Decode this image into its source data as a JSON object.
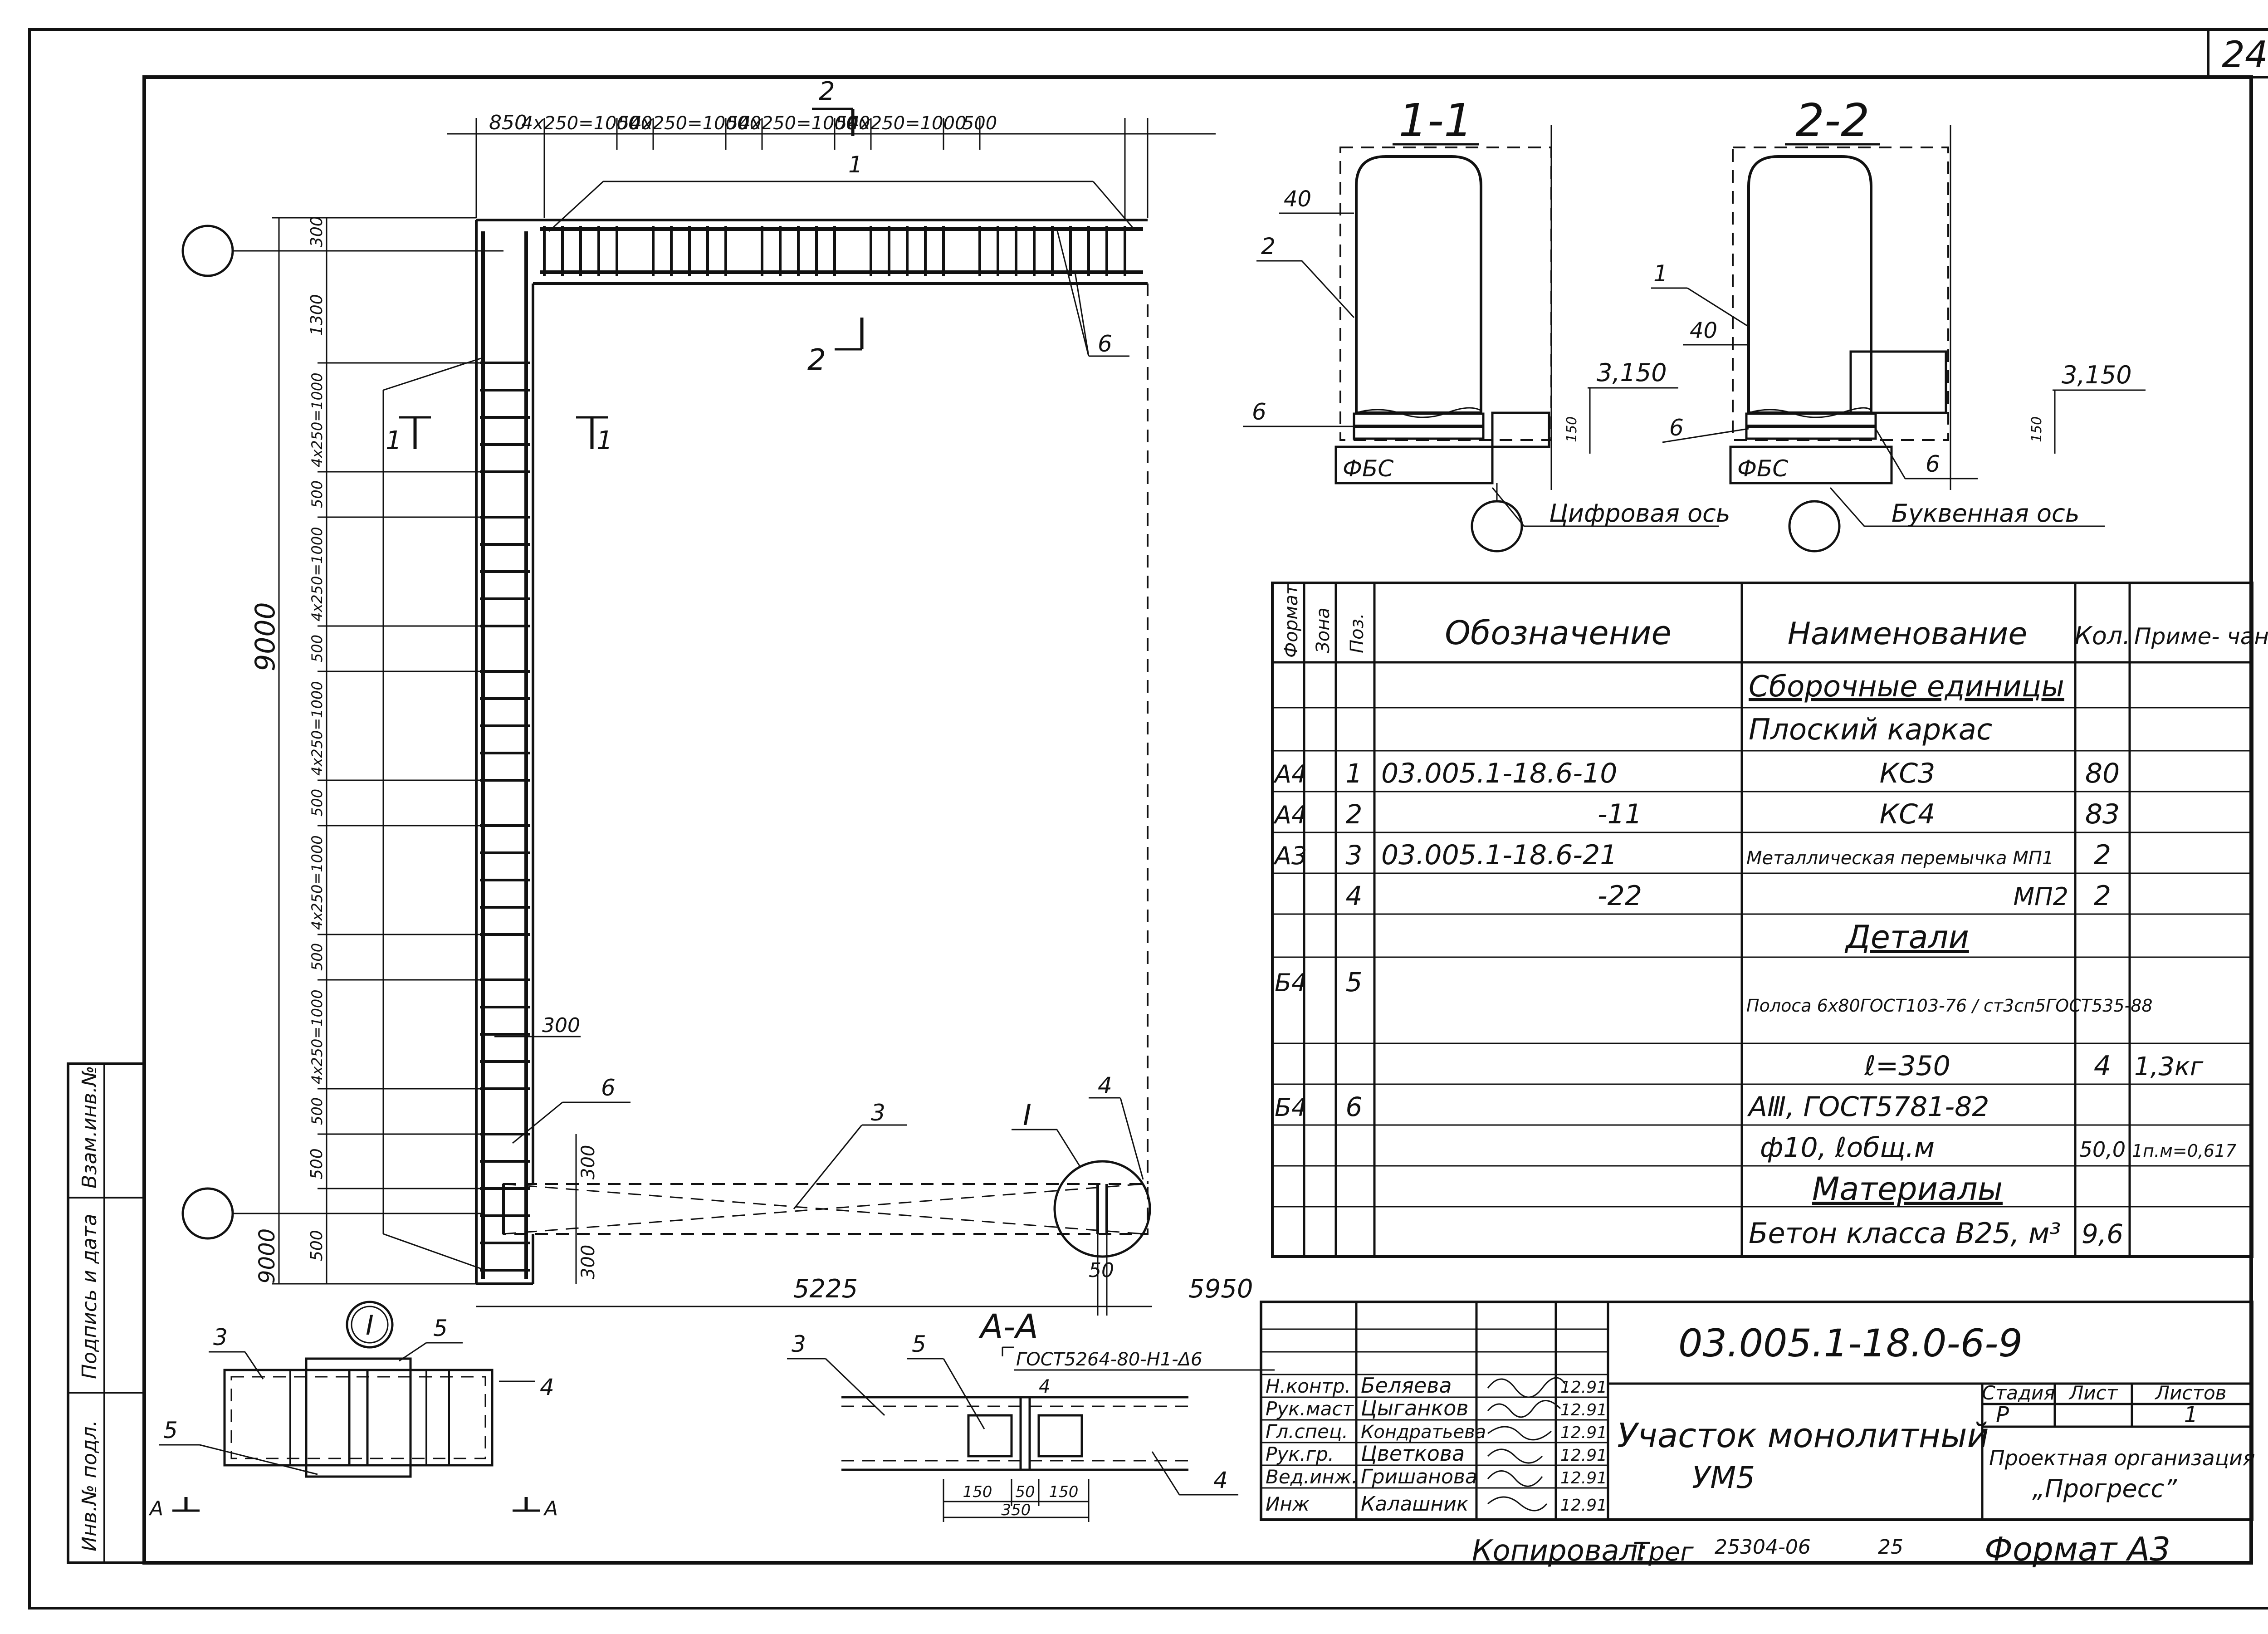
{
  "sheet_number": "24",
  "plan": {
    "dims_top": [
      "850",
      "4x250=1000",
      "500",
      "4x250=1000",
      "500",
      "4x250=1000",
      "500",
      "4x250=1000",
      "500"
    ],
    "dims_left": [
      "300",
      "1300",
      "4x250=1000",
      "500",
      "4x250=1000",
      "500",
      "4x250=1000",
      "500",
      "4x250=1000",
      "500",
      "4x250=1000",
      "500",
      "500",
      "500"
    ],
    "total_vertical": "9000",
    "axis_mark": "9000",
    "dim_5225": "5225",
    "dim_5950": "5950",
    "dim_50": "50",
    "dim_300_a": "300",
    "dim_300_b": "300",
    "dim_300_c": "300",
    "pos_1": "1",
    "pos_3": "3",
    "pos_4": "4",
    "pos_6a": "6",
    "pos_6b": "6",
    "sec2_mark": "2",
    "sec2_mark_b": "2",
    "sec1_mark": "1",
    "sec1_mark_b": "1",
    "node_I": "I"
  },
  "section_1_1": {
    "title": "1-1",
    "d40": "40",
    "pos2": "2",
    "pos6": "6",
    "elev": "3,150",
    "d150": "150",
    "fbs": "ФБС",
    "axis_label": "Цифровая ось"
  },
  "section_2_2": {
    "title": "2-2",
    "d40": "40",
    "pos1": "1",
    "pos6a": "6",
    "pos6b": "6",
    "elev": "3,150",
    "d150": "150",
    "fbs": "ФБС",
    "axis_label": "Буквенная ось"
  },
  "node": {
    "title": "I",
    "pos3": "3",
    "pos5a": "5",
    "pos5b": "5",
    "pos4": "4",
    "cut": "A",
    "cut_b": "A"
  },
  "section_AA": {
    "title": "A-A",
    "weld": "ГОСТ5264-80-Н1-Δ6",
    "pos3": "3",
    "pos5": "5",
    "pos4a": "4",
    "pos4b": "4",
    "d150a": "150",
    "d50": "50",
    "d150b": "150",
    "d350": "350"
  },
  "spec": {
    "headers": {
      "format": "Формат",
      "zone": "Зона",
      "pos": "Поз.",
      "designation": "Обозначение",
      "name": "Наименование",
      "qty": "Кол.",
      "note": "Приме-\nчание"
    },
    "rows": [
      {
        "format": "",
        "pos": "",
        "designation": "",
        "name": "Сборочные единицы",
        "qty": "",
        "note": ""
      },
      {
        "format": "",
        "pos": "",
        "designation": "",
        "name": "Плоский каркас",
        "qty": "",
        "note": ""
      },
      {
        "format": "А4",
        "pos": "1",
        "designation": "03.005.1-18.6-10",
        "name": "КС3",
        "qty": "80",
        "note": ""
      },
      {
        "format": "А4",
        "pos": "2",
        "designation": "-11",
        "name": "КС4",
        "qty": "83",
        "note": ""
      },
      {
        "format": "А3",
        "pos": "3",
        "designation": "03.005.1-18.6-21",
        "name": "Металлическая перемычка МП1",
        "qty": "2",
        "note": ""
      },
      {
        "format": "",
        "pos": "4",
        "designation": "-22",
        "name": "МП2",
        "qty": "2",
        "note": ""
      },
      {
        "format": "",
        "pos": "",
        "designation": "",
        "name": "Детали",
        "qty": "",
        "note": ""
      },
      {
        "format": "Б4",
        "pos": "5",
        "designation": "",
        "name": "Полоса 6х80ГОСТ103-76 / ст3сп5ГОСТ535-88",
        "qty": "",
        "note": ""
      },
      {
        "format": "",
        "pos": "",
        "designation": "",
        "name": "ℓ=350",
        "qty": "4",
        "note": "1,3кг"
      },
      {
        "format": "Б4",
        "pos": "6",
        "designation": "",
        "name": "АⅢ, ГОСТ5781-82",
        "qty": "",
        "note": ""
      },
      {
        "format": "",
        "pos": "",
        "designation": "",
        "name": "ф10, ℓобщ.м",
        "qty": "50,0",
        "note": "1п.м=0,617"
      },
      {
        "format": "",
        "pos": "",
        "designation": "",
        "name": "Материалы",
        "qty": "",
        "note": ""
      },
      {
        "format": "",
        "pos": "",
        "designation": "",
        "name": "Бетон класса В25, м³",
        "qty": "9,6",
        "note": ""
      }
    ]
  },
  "titleblock": {
    "code": "03.005.1-18.0-6-9",
    "title1": "Участок монолитный",
    "title2": "УМ5",
    "stage_h": "Стадия",
    "sheet_h": "Лист",
    "sheets_h": "Листов",
    "stage": "Р",
    "sheet": "1",
    "org1": "Проектная организация",
    "org2": "„Прогресс”",
    "roles": [
      "Н.контр.",
      "Рук.маст",
      "Гл.спец.",
      "Рук.гр.",
      "Вед.инж.",
      "Инж"
    ],
    "names": [
      "Беляева",
      "Цыганков",
      "Кондратьева",
      "Цветкова",
      "Гришанова",
      "Калашник"
    ],
    "dates": [
      "12.91",
      "12.91",
      "12.91",
      "12.91",
      "12.91",
      "12.91"
    ]
  },
  "footer": {
    "copied": "Копировал:",
    "sign": "Трег",
    "num1": "25304-06",
    "num2": "25",
    "format": "Формат А3"
  },
  "left_stamp": {
    "c1": "Инв.№ подл.",
    "c2": "Подпись и дата",
    "c3": "Взам.инв.№"
  }
}
